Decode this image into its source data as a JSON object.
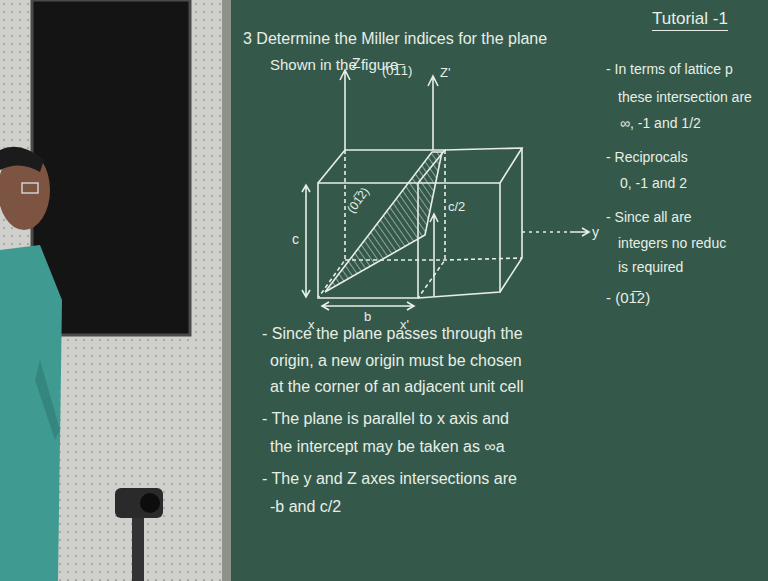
{
  "diagram": {
    "title": "Tutorial -1",
    "labels": [
      "3 Determine the Miller indices for the plane",
      "Shown in the figure",
      "Z",
      "(01̅1)",
      "Z'",
      "(01̅2)",
      "c/2",
      "c",
      "b",
      "y",
      "x",
      "x'",
      "- In terms of lattice p",
      "these intersection are",
      "∞, -1 and 1/2",
      "- Reciprocals",
      "0, -1 and 2",
      "- Since all are",
      "integers no reduc",
      "is required",
      "- (01̅2)",
      "- Since the plane passes through the",
      "origin, a new origin must be chosen",
      "at the corner of an adjacent unit cell",
      "- The plane is parallel to x axis and",
      "the intercept may be taken as ∞a",
      "- The y and Z axes intersections are",
      "-b and c/2"
    ]
  }
}
